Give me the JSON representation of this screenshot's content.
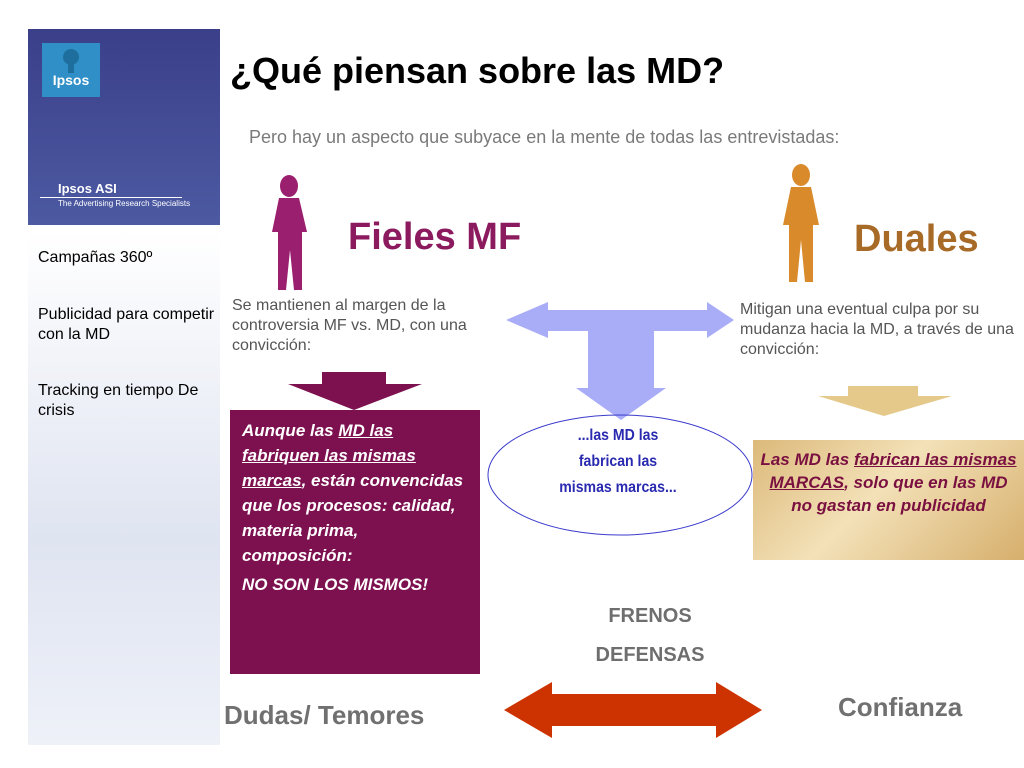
{
  "sidebar": {
    "brand": "Ipsos",
    "division": "Ipsos ASI",
    "tagline": "The Advertising Research Specialists",
    "items": [
      {
        "label": "Campañas 360º"
      },
      {
        "label": "Publicidad para competir con la MD"
      },
      {
        "label": "Tracking en tiempo De crisis"
      }
    ]
  },
  "slide": {
    "title": "¿Qué piensan sobre las MD?",
    "subtitle": "Pero hay un aspecto que subyace en la mente de todas las entrevistadas:",
    "left": {
      "label": "Fieles MF",
      "description": "Se mantienen al margen de la controversia MF vs. MD, con una convicción:",
      "box": {
        "p1_pre": "Aunque las ",
        "p1_underlined": "MD las fabriquen las mismas marcas",
        "p1_post": ", están convencidas que los procesos: calidad, materia prima, composición:",
        "p2": "NO SON LOS MISMOS!"
      },
      "bottom_label": "Dudas/ Temores"
    },
    "right": {
      "label": "Duales",
      "description": "Mitigan una eventual culpa por su mudanza hacia la MD, a través de una convicción:",
      "box": {
        "pre": "Las MD las ",
        "underlined": "fabrican las mismas MARCAS",
        "post": ", solo que en  las MD no gastan en publicidad"
      },
      "bottom_label": "Confianza"
    },
    "center": {
      "oval_text": "...las MD las fabrican las mismas marcas...",
      "freno1": "FRENOS",
      "freno2": "DEFENSAS"
    }
  },
  "colors": {
    "left_accent": "#8b1a5e",
    "right_accent": "#a86a27",
    "box_left_bg": "#7d1150",
    "arrow_blue": "#a9adf8",
    "arrow_red": "#cc3300",
    "sidebar_blue": "#4c5aa2"
  }
}
